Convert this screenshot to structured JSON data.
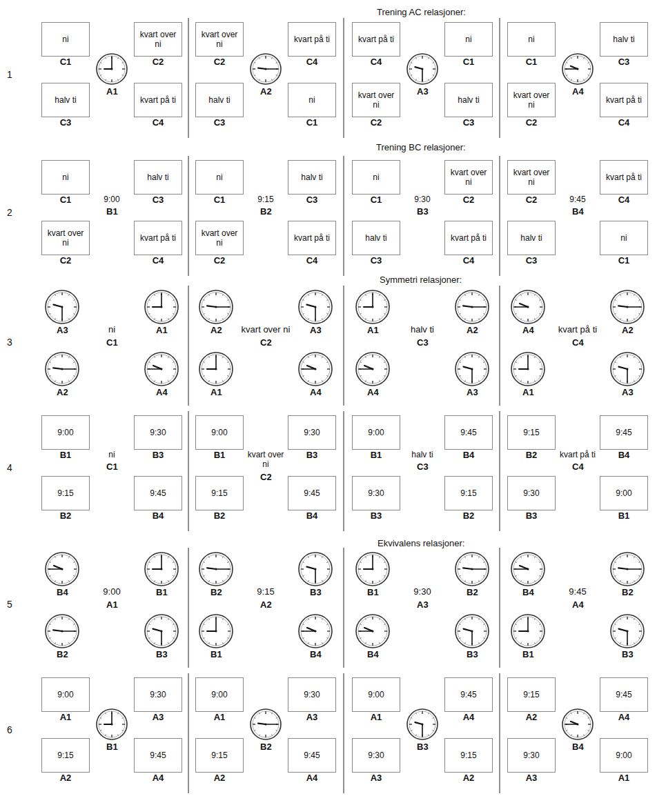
{
  "diagram": {
    "nodes": [
      {
        "text": [
          "ni",
          "C1"
        ]
      },
      {
        "text": [
          "kvart over ni",
          "C2"
        ]
      },
      {
        "text": [
          "halv ti",
          "C3"
        ]
      },
      {
        "text": [
          "kvart på ti",
          "C4"
        ]
      },
      {
        "text": [
          "kvart over ni",
          "C2"
        ]
      },
      {
        "text": [
          "kvart på ti",
          "C4"
        ]
      },
      {
        "text": [
          "halv ti",
          "C3"
        ]
      },
      {
        "text": [
          "ni",
          "C1"
        ]
      },
      {
        "text": [
          "kvart på ti",
          "C4"
        ]
      },
      {
        "text": [
          "ni",
          "C1"
        ]
      },
      {
        "text": [
          "kvart over ni",
          "C2"
        ]
      },
      {
        "text": [
          "halv ti",
          "C3"
        ]
      },
      {
        "text": [
          "ni",
          "C1"
        ]
      },
      {
        "text": [
          "halv ti",
          "C3"
        ]
      },
      {
        "text": [
          "kvart over ni",
          "C2"
        ]
      },
      {
        "text": [
          "kvart på ti",
          "C4"
        ]
      },
      {
        "text": [
          "ni",
          "C1"
        ]
      },
      {
        "text": [
          "halv ti",
          "C3"
        ]
      },
      {
        "text": [
          "kvart over ni",
          "C2"
        ]
      },
      {
        "text": [
          "kvart på ti",
          "C4"
        ]
      },
      {
        "text": [
          "ni",
          "C1"
        ]
      },
      {
        "text": [
          "halv ti",
          "C3"
        ]
      },
      {
        "text": [
          "kvart over ni",
          "C2"
        ]
      },
      {
        "text": [
          "kvart på ti",
          "C4"
        ]
      },
      {
        "text": [
          "ni",
          "C1"
        ]
      },
      {
        "text": [
          "kvart over ni",
          "C2"
        ]
      },
      {
        "text": [
          "halv ti",
          "C3"
        ]
      },
      {
        "text": [
          "kvart på ti",
          "C4"
        ]
      },
      {
        "text": [
          "kvart over ni",
          "C2"
        ]
      },
      {
        "text": [
          "kvart på ti",
          "C4"
        ]
      },
      {
        "text": [
          "halv ti",
          "C3"
        ]
      },
      {
        "text": [
          "ni",
          "C1"
        ]
      },
      {
        "text": [
          "9:00",
          "B1"
        ]
      },
      {
        "text": [
          "9:30",
          "B3"
        ]
      },
      {
        "text": [
          "9:15",
          "B2"
        ]
      },
      {
        "text": [
          "9:45",
          "B4"
        ]
      },
      {
        "text": [
          "9:00",
          "B1"
        ]
      },
      {
        "text": [
          "9:30",
          "B3"
        ]
      },
      {
        "text": [
          "9:15",
          "B2"
        ]
      },
      {
        "text": [
          "9:45",
          "B4"
        ]
      },
      {
        "text": [
          "9:00",
          "B1"
        ]
      },
      {
        "text": [
          "9:45",
          "B4"
        ]
      },
      {
        "text": [
          "9:30",
          "B3"
        ]
      },
      {
        "text": [
          "9:15",
          "B2"
        ]
      },
      {
        "text": [
          "9:15",
          "B2"
        ]
      },
      {
        "text": [
          "9:45",
          "B4"
        ]
      },
      {
        "text": [
          "9:30",
          "B3"
        ]
      },
      {
        "text": [
          "9:00",
          "B1"
        ]
      },
      {
        "text": [
          "9:00",
          "A1"
        ]
      },
      {
        "text": [
          "9:30",
          "A3"
        ]
      },
      {
        "text": [
          "9:15",
          "A2"
        ]
      },
      {
        "text": [
          "9:45",
          "A4"
        ]
      },
      {
        "text": [
          "9:00",
          "A1"
        ]
      },
      {
        "text": [
          "9:30",
          "A3"
        ]
      },
      {
        "text": [
          "9:15",
          "A2"
        ]
      },
      {
        "text": [
          "9:45",
          "A4"
        ]
      },
      {
        "text": [
          "9:00",
          "A1"
        ]
      },
      {
        "text": [
          "9:45",
          "A4"
        ]
      },
      {
        "text": [
          "9:30",
          "A3"
        ]
      },
      {
        "text": [
          "9:15",
          "A2"
        ]
      },
      {
        "text": [
          "9:15",
          "A2"
        ]
      },
      {
        "text": [
          "9:45",
          "A4"
        ]
      },
      {
        "text": [
          "9:30",
          "A3"
        ]
      },
      {
        "text": [
          "9:00",
          "A1"
        ]
      }
    ],
    "labels": [
      "Trening AC relasjoner:",
      "1",
      "A1",
      "A2",
      "A3",
      "A4",
      "Trening BC relasjoner:",
      "2",
      "9:00",
      "B1",
      "9:15",
      "B2",
      "9:30",
      "B3",
      "9:45",
      "B4",
      "Symmetri relasjoner:",
      "3",
      "A3",
      "A1",
      "A2",
      "A4",
      "ni",
      "C1",
      "A2",
      "A3",
      "A1",
      "A4",
      "kvart over ni",
      "C2",
      "A1",
      "A2",
      "A4",
      "A3",
      "halv ti",
      "C3",
      "A4",
      "A2",
      "A1",
      "A3",
      "kvart på ti",
      "C4",
      "4",
      "ni",
      "C1",
      "kvart over ni",
      "C2",
      "halv ti",
      "C3",
      "kvart på ti",
      "C4",
      "Ekvivalens relasjoner:",
      "5",
      "B4",
      "B1",
      "B2",
      "B3",
      "9:00",
      "A1",
      "B2",
      "B3",
      "B1",
      "B4",
      "9:15",
      "A2",
      "B1",
      "B2",
      "B4",
      "B3",
      "9:30",
      "A3",
      "B4",
      "B2",
      "B1",
      "B3",
      "9:45",
      "A4",
      "6",
      "B1",
      "B2",
      "B3",
      "B4"
    ]
  }
}
